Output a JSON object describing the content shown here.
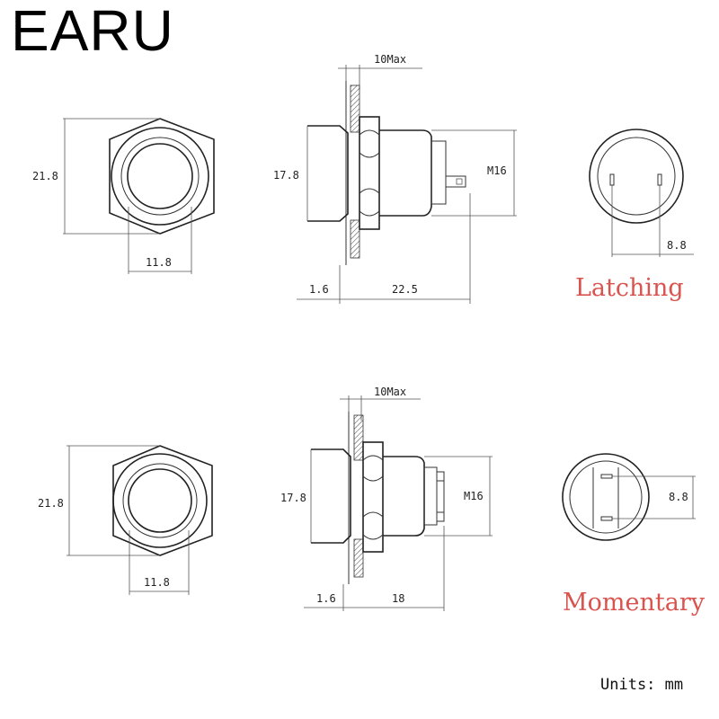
{
  "brand": {
    "name": "EARU"
  },
  "units": "Units: mm",
  "latching": {
    "label": "Latching",
    "front": {
      "height": "21.8",
      "inner": "11.8"
    },
    "side": {
      "top": "10Max",
      "height": "17.8",
      "thread": "M16",
      "panel": "1.6",
      "length": "22.5"
    },
    "back": {
      "pin_spacing": "8.8"
    }
  },
  "momentary": {
    "label": "Momentary",
    "front": {
      "height": "21.8",
      "inner": "11.8"
    },
    "side": {
      "top": "10Max",
      "height": "17.8",
      "thread": "M16",
      "panel": "1.6",
      "length": "18"
    },
    "back": {
      "pin_spacing": "8.8"
    }
  },
  "colors": {
    "label_red": "#d9534f",
    "line": "#333333"
  }
}
